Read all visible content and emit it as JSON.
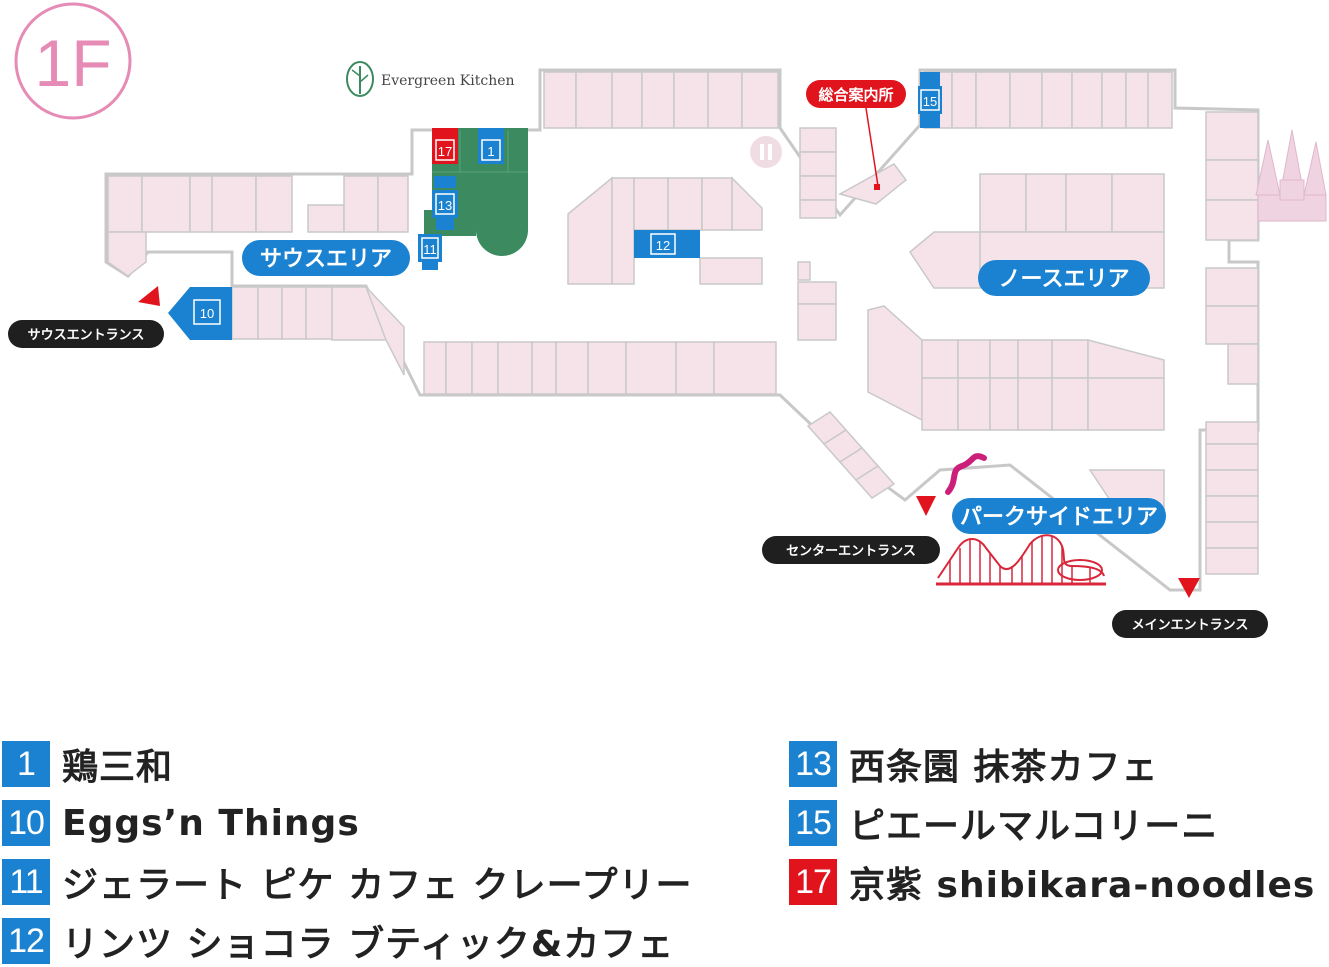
{
  "floor": {
    "label": "1F"
  },
  "restaurant_logo": {
    "text": "Evergreen Kitchen"
  },
  "areas": {
    "south": "サウスエリア",
    "north": "ノースエリア",
    "parkside": "パークサイドエリア"
  },
  "entrances": {
    "south": "サウスエントランス",
    "center": "センターエントランス",
    "main": "メインエントランス"
  },
  "info_desk": {
    "label": "総合案内所"
  },
  "colors": {
    "shop_fill": "#f6e3e9",
    "shop_stroke": "#c9c9c9",
    "restaurant_blue": "#1a82d0",
    "restaurant_red": "#e1141e",
    "area_label": "#1a82d0",
    "entrance_badge": "#1f1f1f",
    "green_area": "#3c8a5f",
    "floor_circle": "#e68bb6",
    "roller_coaster": "#d8273a",
    "wave": "#cc1f7a"
  },
  "icons": {
    "info_desk_icon": "map-pin-icon",
    "restroom": "restroom-icon",
    "castle": "castle-icon",
    "coaster": "roller-coaster-icon",
    "leaf": "tree-leaf-icon"
  },
  "map_markers": [
    {
      "num": "1",
      "color": "blue"
    },
    {
      "num": "10",
      "color": "blue"
    },
    {
      "num": "11",
      "color": "blue"
    },
    {
      "num": "12",
      "color": "blue"
    },
    {
      "num": "13",
      "color": "blue"
    },
    {
      "num": "15",
      "color": "blue"
    },
    {
      "num": "17",
      "color": "red"
    }
  ],
  "legend": [
    {
      "num": "1",
      "name": "鶏三和",
      "color": "blue"
    },
    {
      "num": "10",
      "name": "Eggs’n Things",
      "color": "blue"
    },
    {
      "num": "11",
      "name": "ジェラート ピケ カフェ クレープリー",
      "color": "blue"
    },
    {
      "num": "12",
      "name": "リンツ ショコラ ブティック&カフェ",
      "color": "blue"
    },
    {
      "num": "13",
      "name": "西条園 抹茶カフェ",
      "color": "blue"
    },
    {
      "num": "15",
      "name": "ピエールマルコリーニ",
      "color": "blue"
    },
    {
      "num": "17",
      "name": "京紫 shibikara-noodles",
      "color": "red"
    }
  ]
}
